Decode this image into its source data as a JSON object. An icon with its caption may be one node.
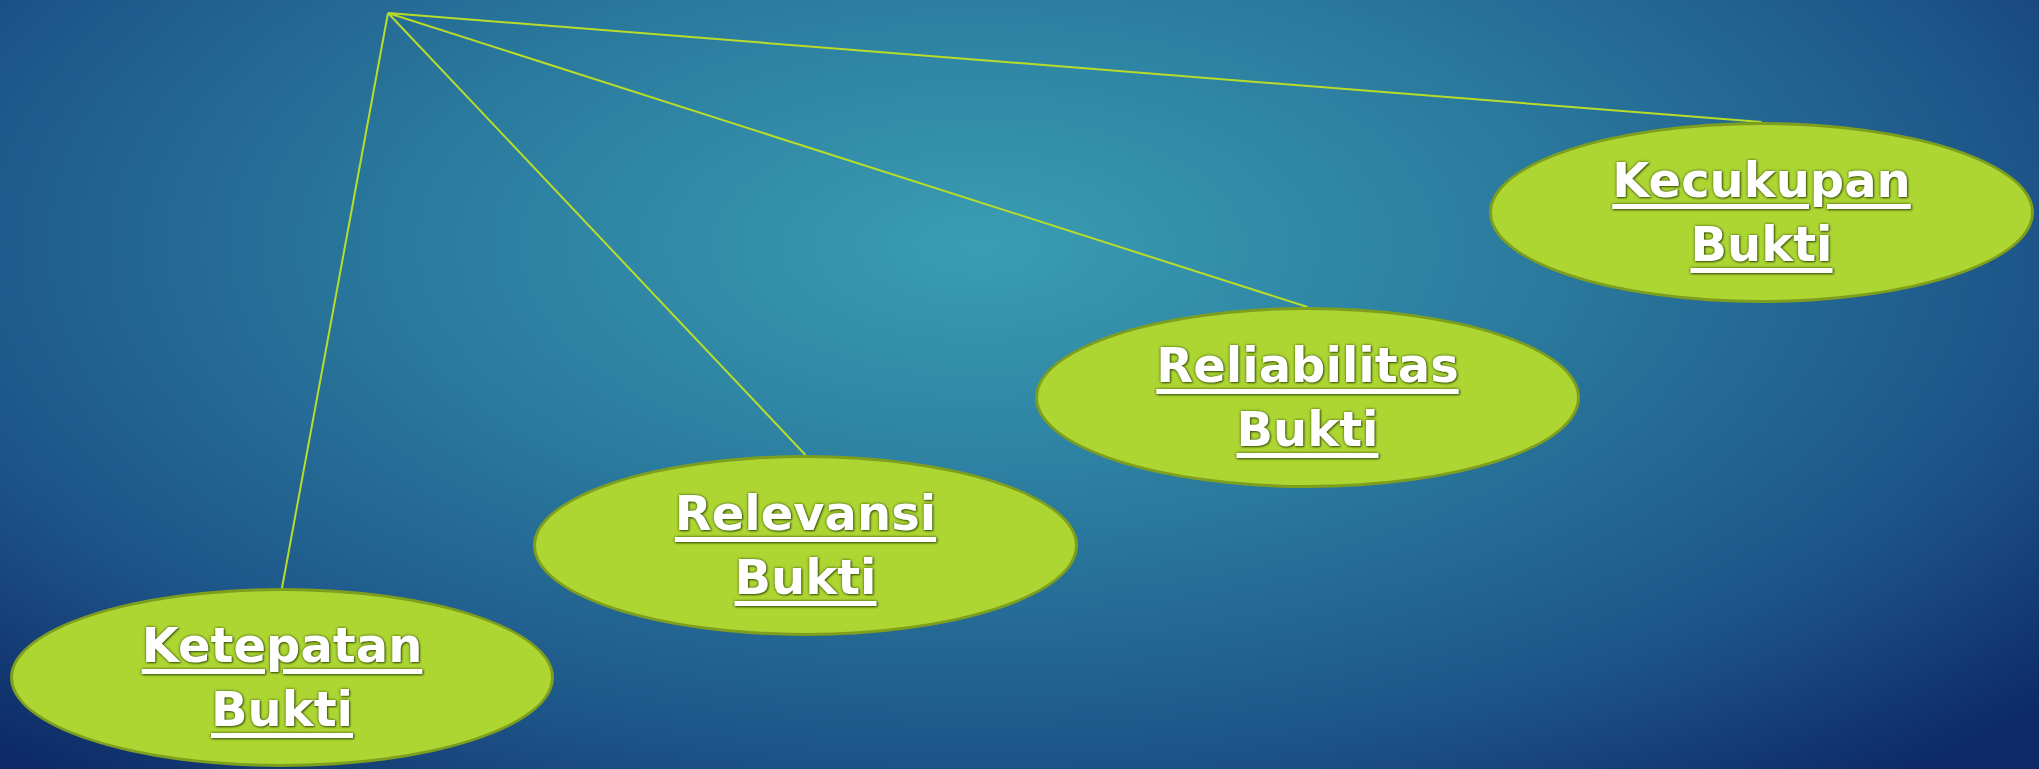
{
  "diagram": {
    "nodes": [
      {
        "text": [
          "Ketepatan Bukti"
        ]
      },
      {
        "text": [
          "Relevansi Bukti"
        ]
      },
      {
        "text": [
          "Reliabilitas Bukti"
        ]
      },
      {
        "text": [
          "Kecukupan Bukti"
        ]
      }
    ],
    "edges": [
      {
        "from": null,
        "to": 0,
        "arrow": "none"
      },
      {
        "from": null,
        "to": 1,
        "arrow": "none"
      },
      {
        "from": null,
        "to": 2,
        "arrow": "none"
      },
      {
        "from": null,
        "to": 3,
        "arrow": "none"
      }
    ]
  }
}
